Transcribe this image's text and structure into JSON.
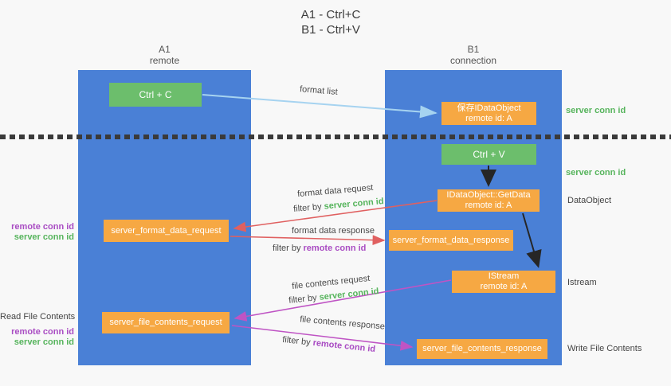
{
  "title": {
    "line1": "A1 - Ctrl+C",
    "line2": "B1 - Ctrl+V"
  },
  "columns": {
    "a1": {
      "name": "A1",
      "role": "remote"
    },
    "b1": {
      "name": "B1",
      "role": "connection"
    }
  },
  "nodes": {
    "ctrl_c": {
      "label": "Ctrl + C"
    },
    "save_idataobject": {
      "line1": "保存IDataObject",
      "line2": "remote id: A"
    },
    "ctrl_v": {
      "label": "Ctrl + V"
    },
    "getdata": {
      "line1": "IDataObject::GetData",
      "line2": "remote id: A"
    },
    "server_format_data_request": {
      "label": "server_format_data_request"
    },
    "server_format_data_response": {
      "label": "server_format_data_response"
    },
    "istream": {
      "line1": "IStream",
      "line2": "remote id: A"
    },
    "server_file_contents_request": {
      "label": "server_file_contents_request"
    },
    "server_file_contents_response": {
      "label": "server_file_contents_response"
    }
  },
  "flow_labels": {
    "format_list": "format list",
    "format_data_request": "format data request",
    "format_data_response": "format data response",
    "file_contents_request": "file contents request",
    "file_contents_response": "file contents response",
    "filter_by": "filter by",
    "server_conn_id": "server conn id",
    "remote_conn_id": "remote conn id"
  },
  "annotations": {
    "server_conn_id_top": "server conn id",
    "server_conn_id_mid": "server conn id",
    "data_object": "DataObject",
    "istream": "Istream",
    "write_file_contents": "Write File Contents",
    "read_file_contents": "Read File Contents",
    "remote_conn_id_left_top": "remote conn id",
    "server_conn_id_left_top": "server conn id",
    "remote_conn_id_left_bottom": "remote conn id",
    "server_conn_id_left_bottom": "server conn id"
  },
  "colors": {
    "column-blue": "#4a80d6",
    "box-green": "#6cbe6c",
    "box-orange": "#f6a843",
    "arrow-lightblue": "#a6d3f0",
    "arrow-red": "#e06060",
    "arrow-magenta": "#bf54c4",
    "arrow-black": "#262626",
    "text-green": "#56b45c",
    "text-purple": "#a94cc3",
    "text-dark": "#444444"
  }
}
